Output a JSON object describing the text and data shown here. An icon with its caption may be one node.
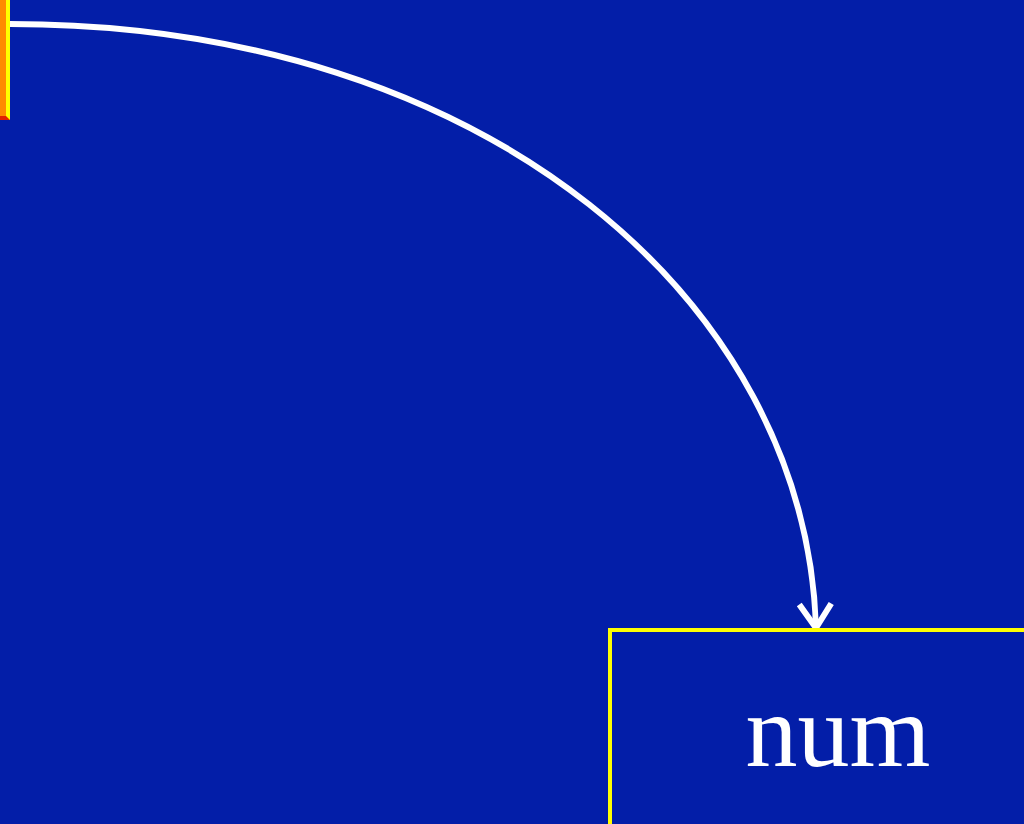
{
  "diagram": {
    "nodes": [
      {
        "text": [],
        "shape": "box"
      },
      {
        "text": [
          "num"
        ]
      }
    ],
    "edges": [
      {
        "from": 0,
        "to": 1,
        "arrow": "to"
      }
    ]
  }
}
